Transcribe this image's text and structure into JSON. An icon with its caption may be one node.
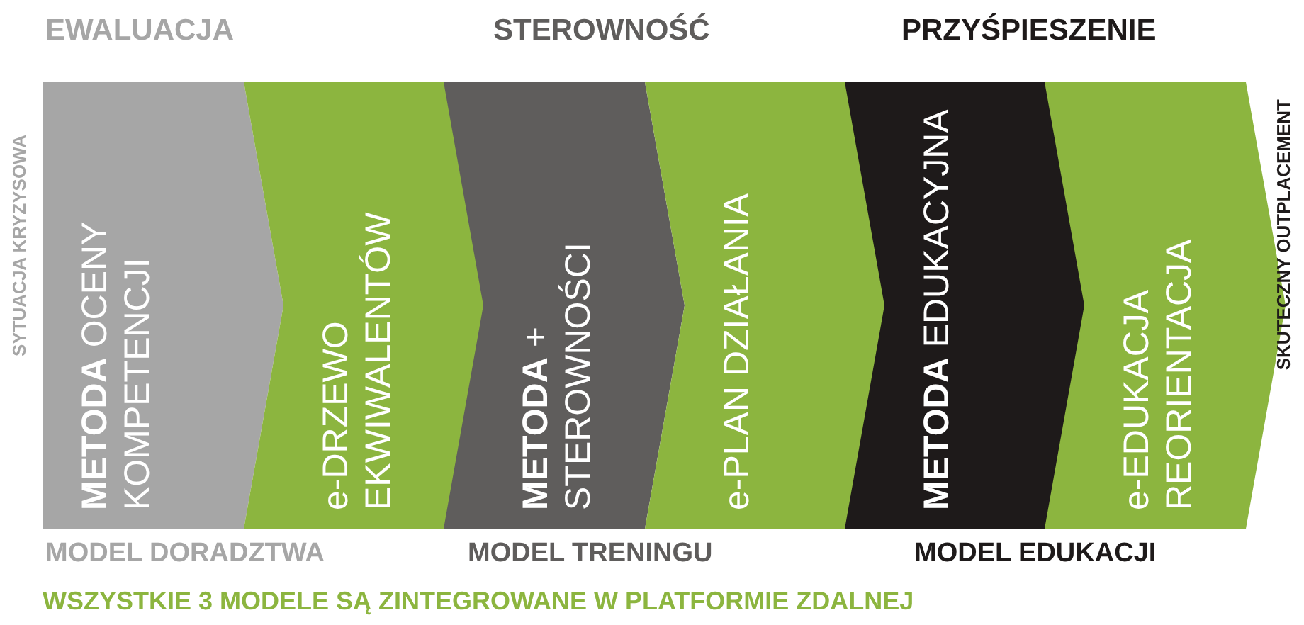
{
  "diagram": {
    "nodes": [
      {
        "text": [
          "**METODA** OCENY KOMPETENCJI"
        ]
      },
      {
        "text": [
          "e-DRZEWO EKWIWALENTÓW"
        ]
      },
      {
        "text": [
          "**METODA** + STEROWNOŚCI"
        ]
      },
      {
        "text": [
          "e-PLAN DZIAŁANIA"
        ]
      },
      {
        "text": [
          "**METODA** EDUKACYJNA"
        ]
      },
      {
        "text": [
          "e-EDUKACJA REORIENTACJA"
        ]
      }
    ],
    "labels": [
      "EWALUACJA",
      "STEROWNOŚĆ",
      "PRZYŚPIESZENIE",
      "SYTUACJA KRYZYSOWA",
      "SKUTECZNY OUTPLACEMENT",
      "MODEL DORADZTWA",
      "MODEL TRENINGU",
      "MODEL EDUKACJI",
      "WSZYSTKIE 3 MODELE SĄ ZINTEGROWANE W PLATFORMIE ZDALNEJ"
    ]
  }
}
